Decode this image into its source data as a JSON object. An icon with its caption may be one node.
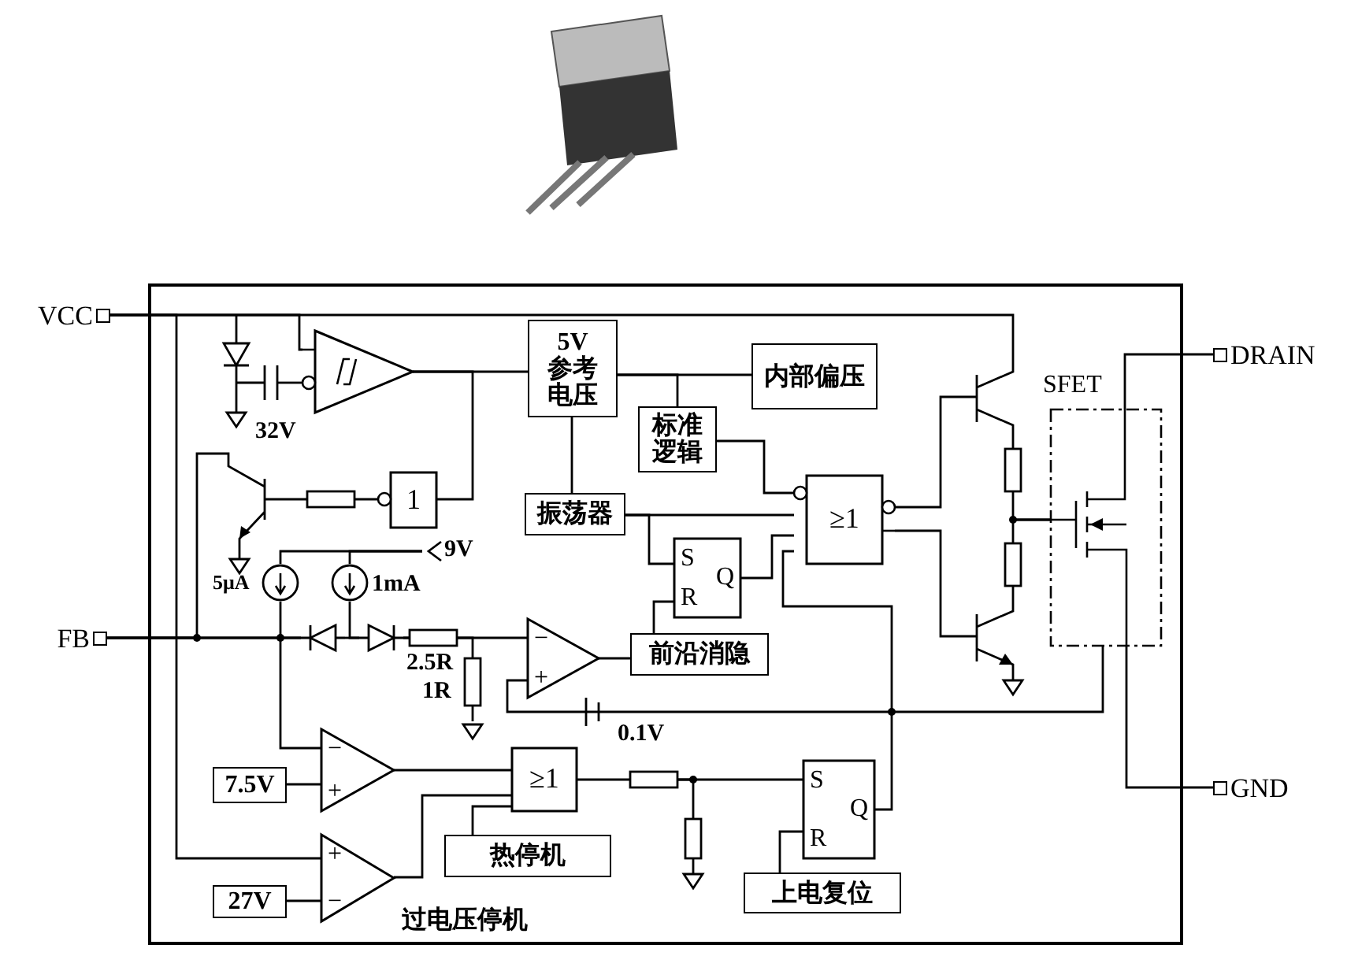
{
  "diagram": {
    "nodes": [
      {
        "text": [
          "VCC"
        ]
      },
      {
        "text": [
          "5V 参考电压"
        ]
      },
      {
        "text": [
          "内部偏压"
        ]
      },
      {
        "text": [
          "DRAIN"
        ]
      },
      {
        "text": [
          "SFET"
        ]
      },
      {
        "text": [
          "标准逻辑"
        ]
      },
      {
        "text": [
          "1"
        ]
      },
      {
        "text": [
          "振荡器"
        ]
      },
      {
        "text": [
          "≥1"
        ]
      },
      {
        "text": [
          "S",
          "R",
          "Q"
        ]
      },
      {
        "text": [
          "FB"
        ]
      },
      {
        "text": [
          "前沿消隐"
        ]
      },
      {
        "text": [
          "−",
          "+"
        ]
      },
      {
        "text": [
          "−",
          "+"
        ]
      },
      {
        "text": [
          "7.5V"
        ]
      },
      {
        "text": [
          "≥1"
        ]
      },
      {
        "text": [
          "S",
          "R",
          "Q"
        ]
      },
      {
        "text": [
          "GND"
        ]
      },
      {
        "text": [
          "热停机"
        ]
      },
      {
        "text": [
          "+",
          "−"
        ],
        "beside": [
          "过电压停机"
        ]
      },
      {
        "text": [
          "27V"
        ]
      },
      {
        "text": [
          "上电复位"
        ]
      },
      {
        "text": [],
        "shape": "triangle"
      },
      {
        "text": [],
        "shape": "transistor"
      },
      {
        "text": [],
        "shape": "transistor"
      },
      {
        "text": [],
        "shape": "transistor"
      },
      {
        "text": [],
        "shape": "diode"
      },
      {
        "text": [],
        "shape": "diode"
      },
      {
        "text": [],
        "shape": "circle"
      },
      {
        "text": [],
        "shape": "circle"
      },
      {
        "text": [],
        "shape": "resistor"
      },
      {
        "text": [],
        "shape": "resistor"
      },
      {
        "text": [],
        "shape": "resistor"
      },
      {
        "text": [
          "9V"
        ]
      }
    ],
    "edges": [
      {
        "from": 0,
        "to": 22,
        "arrow": "none"
      },
      {
        "from": 22,
        "to": 1,
        "arrow": "none"
      },
      {
        "from": 22,
        "to": 6,
        "arrow": "none"
      },
      {
        "from": 1,
        "to": 2,
        "arrow": "none"
      },
      {
        "from": 1,
        "to": 5,
        "arrow": "none"
      },
      {
        "from": 1,
        "to": 7,
        "arrow": "none"
      },
      {
        "from": 5,
        "to": 8,
        "arrow": "none"
      },
      {
        "from": 7,
        "to": 8,
        "arrow": "none"
      },
      {
        "from": 7,
        "to": 9,
        "arrow": "none"
      },
      {
        "from": 9,
        "to": 8,
        "arrow": "none"
      },
      {
        "from": 11,
        "to": 9,
        "arrow": "none"
      },
      {
        "from": 12,
        "to": 11,
        "arrow": "none"
      },
      {
        "from": 27,
        "to": 12,
        "arrow": "none"
      },
      {
        "from": 10,
        "to": 13,
        "arrow": "none"
      },
      {
        "from": 14,
        "to": 13,
        "arrow": "none"
      },
      {
        "from": 13,
        "to": 15,
        "arrow": "none"
      },
      {
        "from": 19,
        "to": 15,
        "arrow": "none"
      },
      {
        "from": 18,
        "to": 15,
        "arrow": "none"
      },
      {
        "from": 15,
        "to": 31,
        "arrow": "none"
      },
      {
        "from": 21,
        "to": 16,
        "arrow": "none"
      },
      {
        "from": 16,
        "to": 8,
        "arrow": "none"
      },
      {
        "from": 4,
        "to": 3,
        "arrow": "none"
      },
      {
        "from": 4,
        "to": 17,
        "arrow": "none"
      },
      {
        "from": 20,
        "to": 19,
        "arrow": "none"
      },
      {
        "from": 0,
        "to": 19,
        "arrow": "none"
      },
      {
        "from": 12,
        "to": 4,
        "arrow": "none"
      },
      {
        "from": 0,
        "to": 23,
        "arrow": "none"
      },
      {
        "from": 8,
        "to": 23,
        "arrow": "none"
      },
      {
        "from": 8,
        "to": 24,
        "arrow": "none"
      },
      {
        "from": 23,
        "to": 4,
        "arrow": "none"
      },
      {
        "from": 24,
        "to": 4,
        "arrow": "none"
      },
      {
        "from": 6,
        "to": 25,
        "arrow": "none"
      },
      {
        "from": 25,
        "to": 10,
        "arrow": "none"
      },
      {
        "from": 10,
        "to": 26,
        "arrow": "none"
      },
      {
        "from": 28,
        "to": 26,
        "arrow": "none"
      },
      {
        "from": 26,
        "to": 27,
        "arrow": "none"
      },
      {
        "from": 29,
        "to": 27,
        "arrow": "none"
      },
      {
        "from": 27,
        "to": 30,
        "arrow": "none"
      },
      {
        "from": 33,
        "to": 28,
        "arrow": "none"
      },
      {
        "from": 33,
        "to": 29,
        "arrow": "none"
      },
      {
        "from": 31,
        "to": 16,
        "arrow": "none"
      },
      {
        "from": 31,
        "to": 32,
        "arrow": "none"
      }
    ],
    "labels": [
      "32V",
      "5μA",
      "1mA",
      "2.5R",
      "1R",
      "0.1V"
    ]
  }
}
